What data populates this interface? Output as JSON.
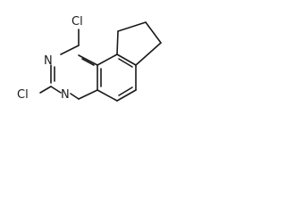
{
  "molecule": {
    "atoms": {
      "cl_top": "Cl",
      "n_upper": "N",
      "cl_bottom": "Cl",
      "n_lower": "N"
    }
  }
}
